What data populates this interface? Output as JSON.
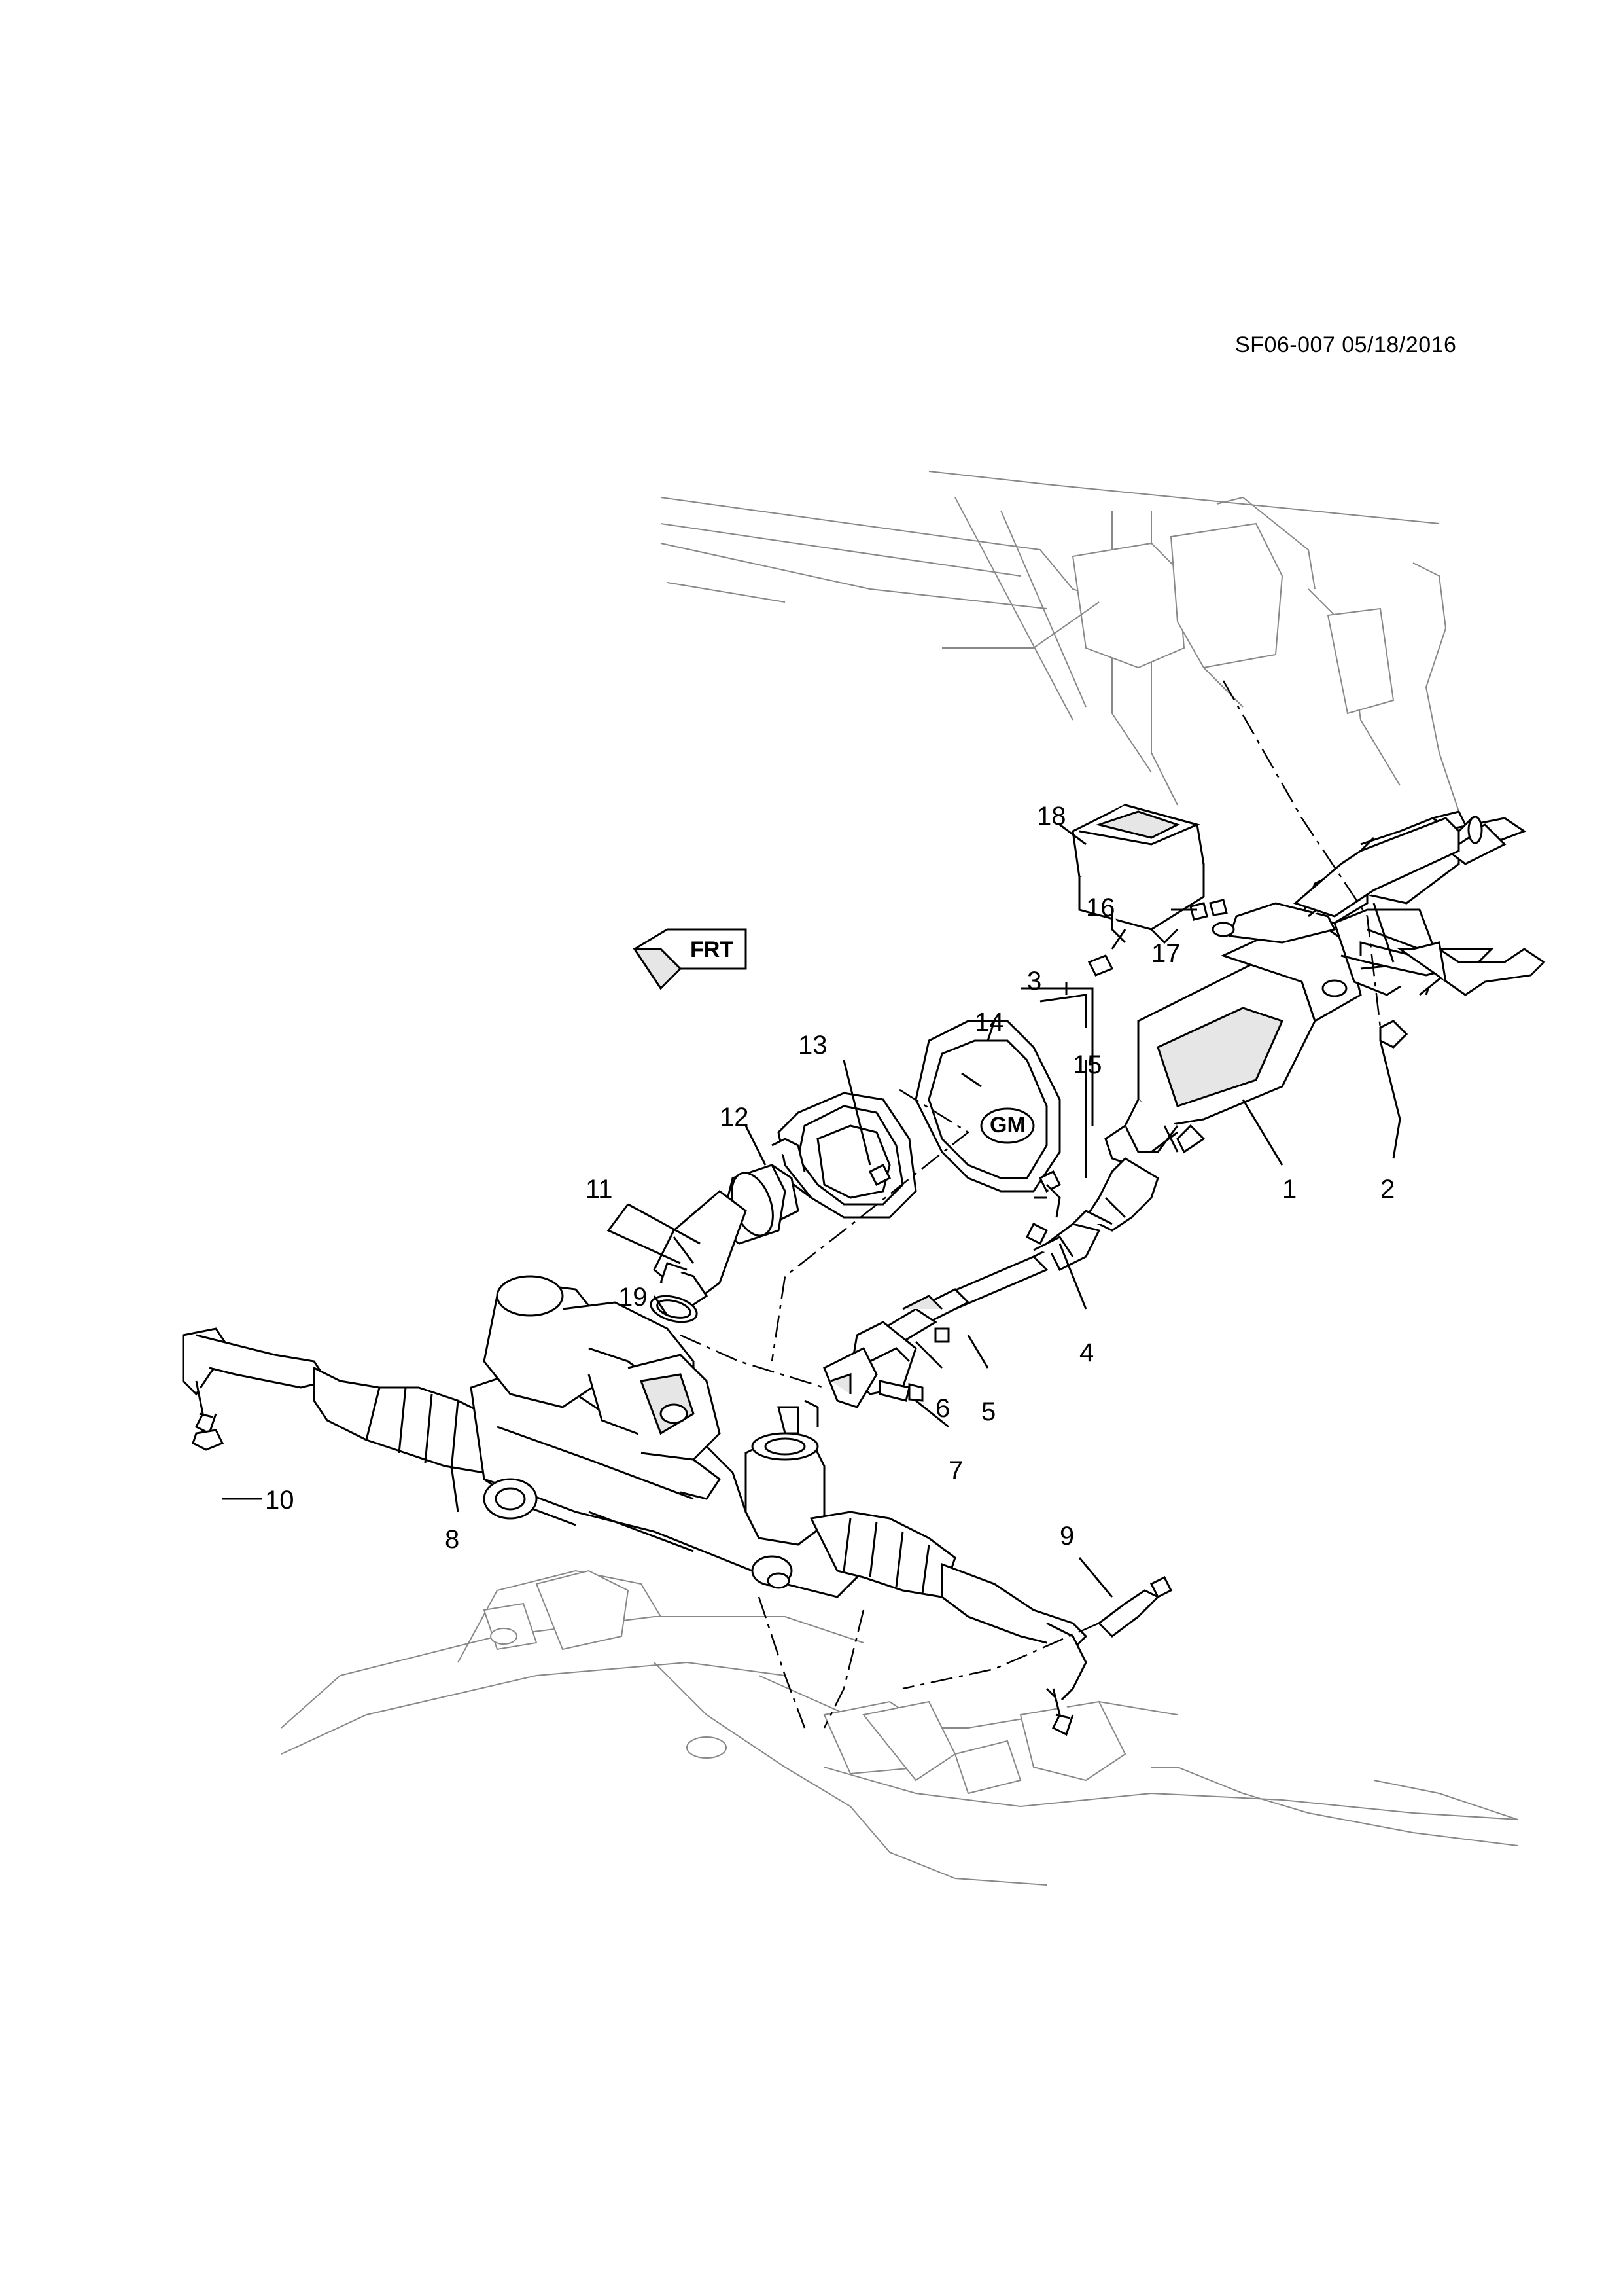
{
  "document_code": "SF06-007 05/18/2016",
  "orientation_badge": "FRT",
  "callouts": [
    {
      "id": "c1",
      "label": "1"
    },
    {
      "id": "c2",
      "label": "2"
    },
    {
      "id": "c3",
      "label": "3"
    },
    {
      "id": "c4",
      "label": "4"
    },
    {
      "id": "c5",
      "label": "5"
    },
    {
      "id": "c6",
      "label": "6"
    },
    {
      "id": "c7",
      "label": "7"
    },
    {
      "id": "c8",
      "label": "8"
    },
    {
      "id": "c9",
      "label": "9"
    },
    {
      "id": "c10",
      "label": "10"
    },
    {
      "id": "c11",
      "label": "11"
    },
    {
      "id": "c12",
      "label": "12"
    },
    {
      "id": "c13",
      "label": "13"
    },
    {
      "id": "c14",
      "label": "14"
    },
    {
      "id": "c15",
      "label": "15"
    },
    {
      "id": "c16",
      "label": "16"
    },
    {
      "id": "c17",
      "label": "17"
    },
    {
      "id": "c18",
      "label": "18"
    },
    {
      "id": "c19",
      "label": "19"
    }
  ]
}
